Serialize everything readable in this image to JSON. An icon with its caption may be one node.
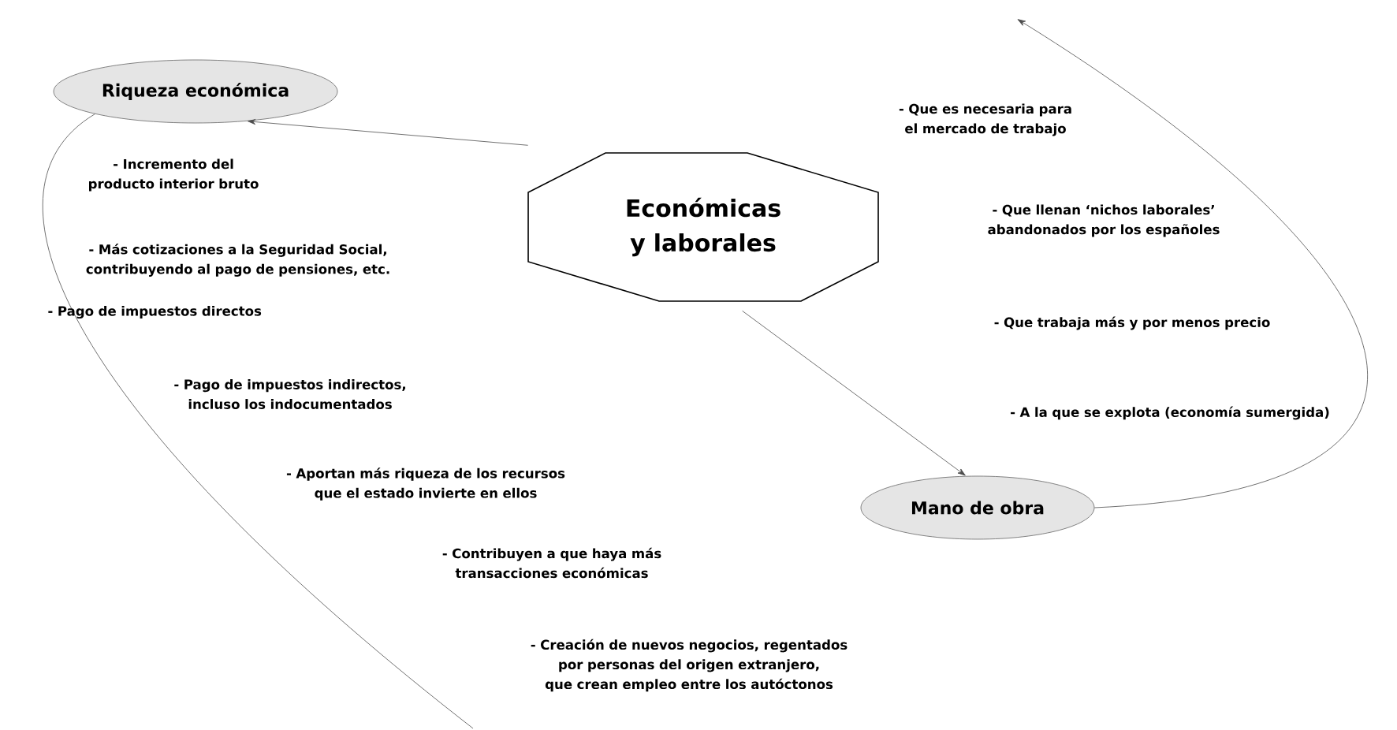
{
  "diagram": {
    "nodes": [
      {
        "text": [
          "Riqueza económica"
        ]
      },
      {
        "text": [
          "Económicas y laborales"
        ]
      },
      {
        "text": [
          "Mano de obra"
        ]
      }
    ],
    "edges": [
      {
        "from": 1,
        "to": 0,
        "arrow": "to"
      },
      {
        "from": 1,
        "to": 2,
        "arrow": "to"
      },
      {
        "from": 0,
        "to": null,
        "arrow": "none"
      },
      {
        "from": 2,
        "to": null,
        "arrow": "to"
      }
    ],
    "labels": [
      "- Incremento del producto interior bruto",
      "- Más cotizaciones a la Seguridad Social, contribuyendo al pago de pensiones, etc.",
      "- Pago de impuestos directos",
      "- Pago de impuestos indirectos, incluso los indocumentados",
      "- Aportan más riqueza de los recursos que el estado invierte en ellos",
      "- Contribuyen a que haya más transacciones económicas",
      "- Creación de nuevos negocios, regentados por personas del origen extranjero, que crean empleo entre los autóctonos",
      "- Que es necesaria para el mercado de trabajo",
      "- Que llenan ‘nichos laborales’ abandonados por los españoles",
      "- Que trabaja más y por menos precio",
      "- A la que se explota (economía sumergida)"
    ]
  }
}
